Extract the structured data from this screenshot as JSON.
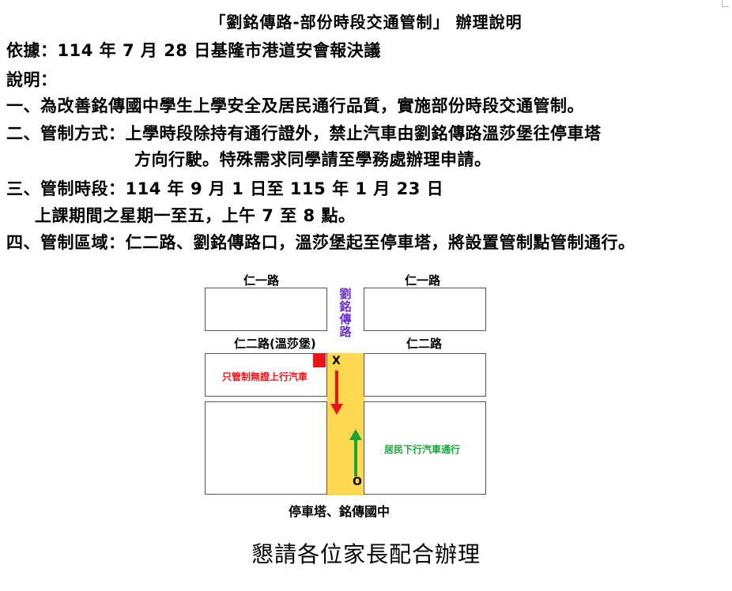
{
  "document": {
    "title": "「劉銘傳路-部份時段交通管制」 辦理說明",
    "basis": "依據：114 年 7 月 28 日基隆市港道安會報決議",
    "explain_heading": "說明：",
    "item1": "一、為改善銘傳國中學生上學安全及居民通行品質，實施部份時段交通管制。",
    "item2_line1": "二、管制方式：上學時段除持有通行證外，禁止汽車由劉銘傳路溫莎堡往停車塔",
    "item2_line2": "方向行駛。特殊需求同學請至學務處辦理申請。",
    "item3_line1": "三、管制時段：114 年 9 月 1 日至 115 年 1 月 23 日",
    "item3_line2": "上課期間之星期一至五，上午 7 至 8 點。",
    "item4": "四、管制區域：仁二路、劉銘傳路口，溫莎堡起至停車塔，將設置管制點管制通行。"
  },
  "map": {
    "top_left_street": "仁一路",
    "top_right_street": "仁一路",
    "vertical_street": "劉銘傳路",
    "mid_left_street": "仁二路(溫莎堡)",
    "mid_right_street": "仁二路",
    "red_note": "只管制無證上行汽車",
    "green_note": "居民下行汽車通行",
    "x_mark": "X",
    "o_mark": "O",
    "bottom_label": "停車塔、銘傳國中",
    "colors": {
      "road": "#ffd84f",
      "restricted": "#e8141b",
      "allowed": "#1aa33b",
      "street_name_vertical": "#6a2fc9"
    }
  },
  "footer": "懇請各位家長配合辦理"
}
